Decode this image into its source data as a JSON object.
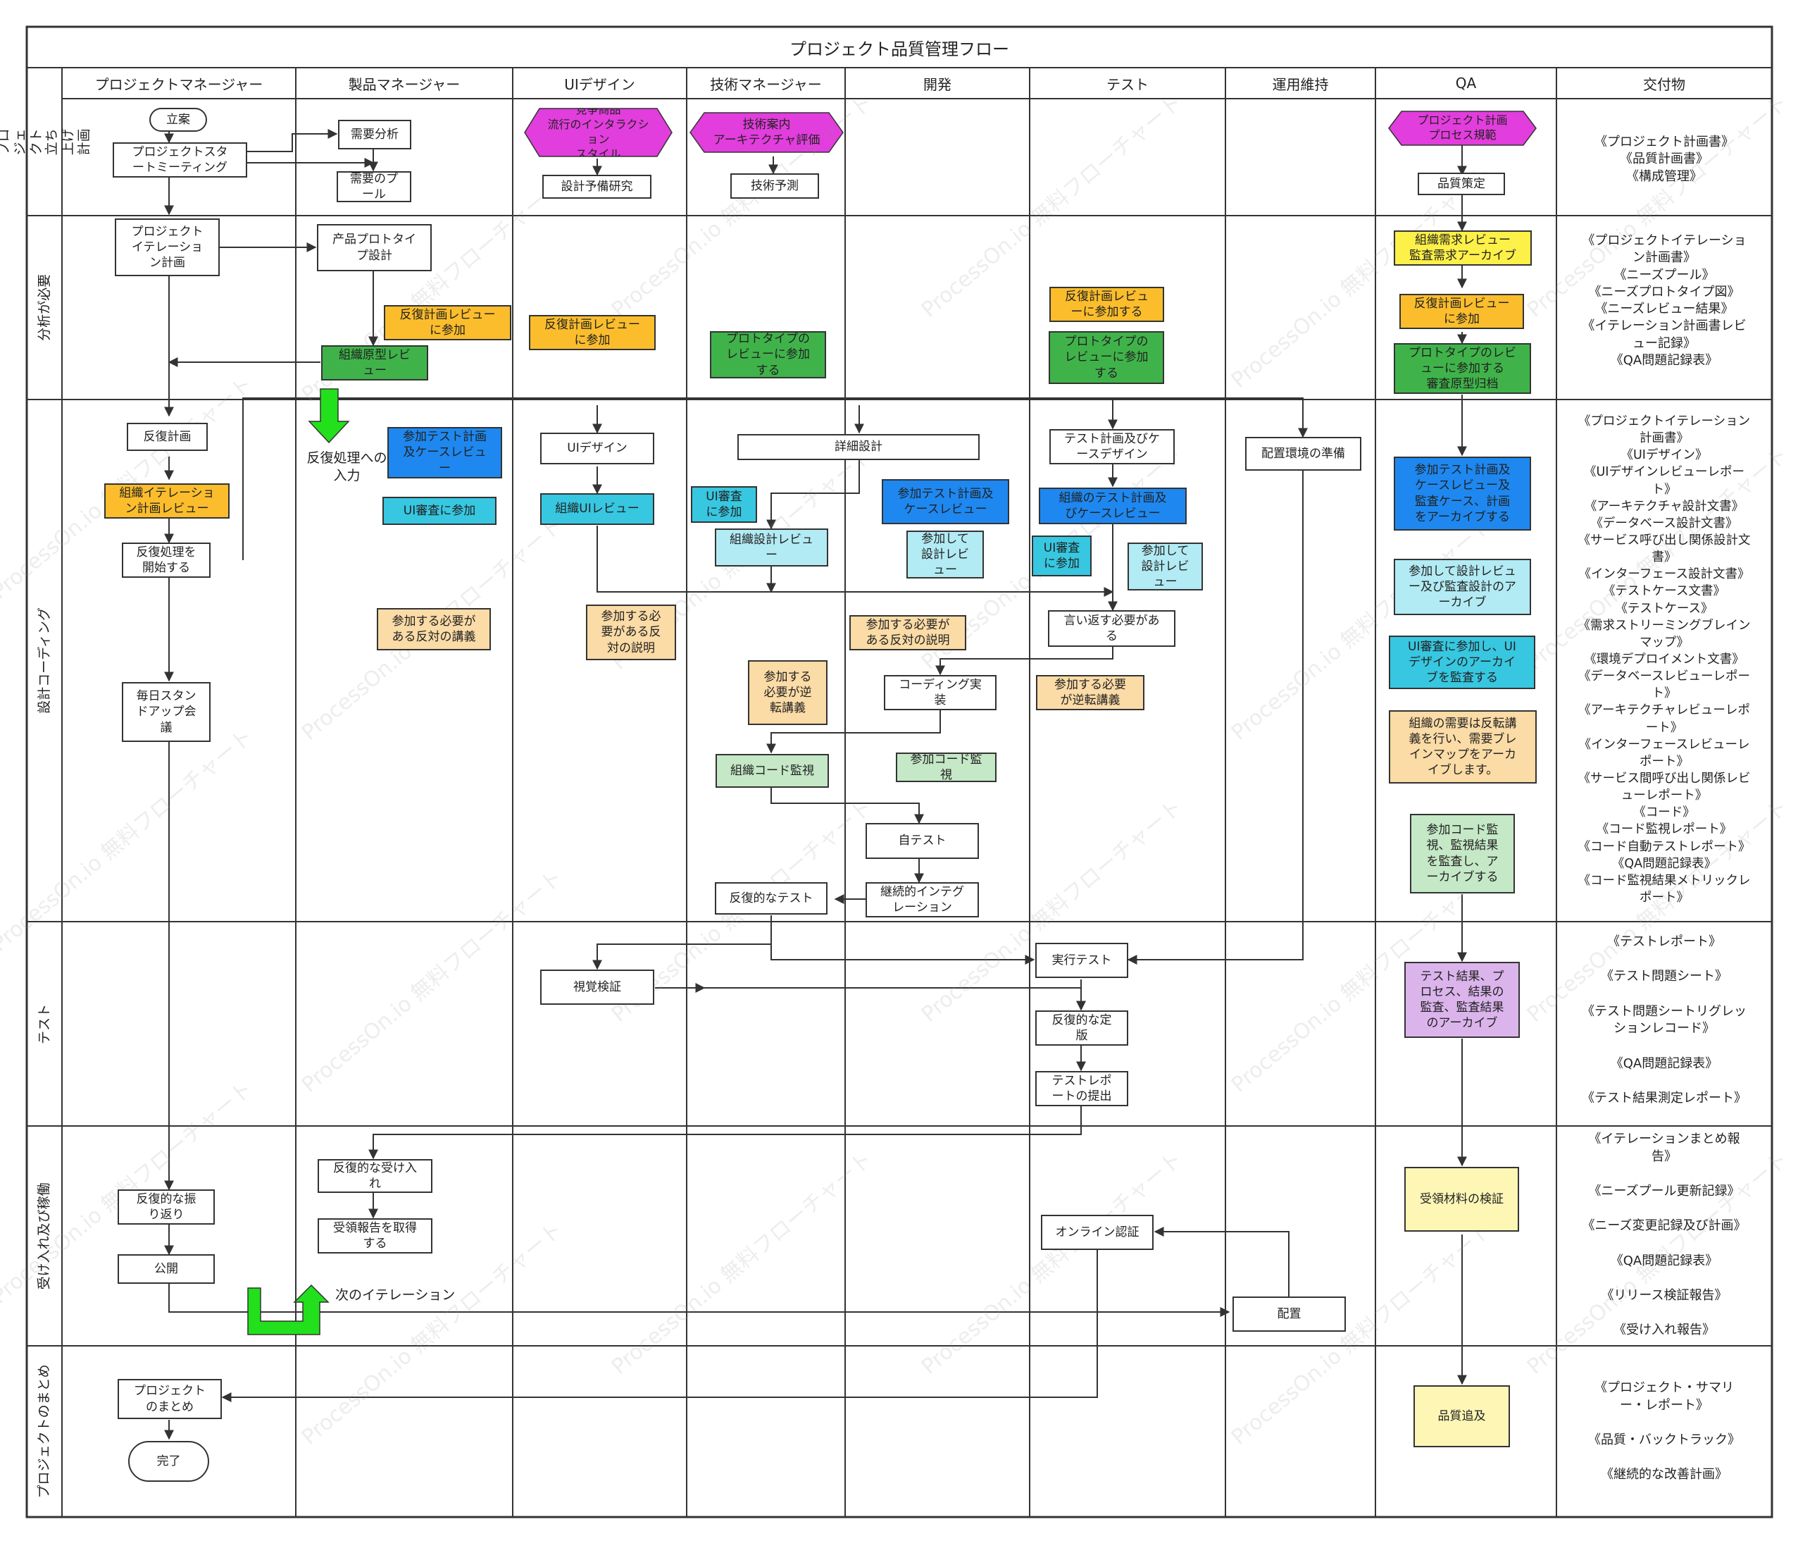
{
  "title": "プロジェクト品質管理フロー",
  "columns": [
    "プロジェクトマネージャー",
    "製品マネージャー",
    "UIデザイン",
    "技術マネージャー",
    "開発",
    "テスト",
    "運用維持",
    "QA",
    "交付物"
  ],
  "rows": [
    "プロジェクト立ち上げ\n計画",
    "分析が必要",
    "設計コーディング",
    "テスト",
    "受け入れ及び稼働",
    "プロジェクトのまとめ"
  ],
  "nodes": {
    "n_start": "立案",
    "n_kickoff": "プロジェクトスタ\nートミーティング",
    "n_req_analysis": "需要分析",
    "n_req_pool": "需要のプ\nール",
    "n_competitor": "竞争商品\n流行のインタラクション\nスタイル",
    "n_design_research": "設計予備研究",
    "n_tech_review": "技術案内\nアーキテクチャ評価",
    "n_tech_forecast": "技術予測",
    "n_qa_plan": "プロジェクト計画\nプロセス規範",
    "n_quality_policy": "品質策定",
    "n_iter_plan": "プロジェクト\nイテレーショ\nン計画",
    "n_proto_design": "产品プロトタイ\nプ設計",
    "n_pm_iter_review": "反復計画レビュー\nに参加",
    "n_org_proto_review": "組織原型レビ\nュー",
    "n_ui_iter_review": "反復計画レビュー\nに参加",
    "n_tm_proto_review": "プロトタイプの\nレビューに参加\nする",
    "n_test_iter_review": "反復計画レビュ\nーに参加する",
    "n_test_proto_review": "プロトタイプの\nレビューに参加\nする",
    "n_qa_req_review": "組織需求レビュー\n監査需求アーカイブ",
    "n_qa_iter_review": "反復計画レビュー\nに参加",
    "n_qa_proto_review": "プロトタイプのレビ\nューに参加する\n審査原型归档",
    "n_iter_plan2": "反復計画",
    "n_org_iter_review": "組織イテレーショ\nン計画レビュー",
    "n_start_iter": "反復処理を\n開始する",
    "n_daily_standup": "毎日スタン\nドアップ会\n議",
    "n_pm_test_review": "参加テスト計画\n及ケースレビュ\nー",
    "n_pm_ui_review": "UI審査に参加",
    "n_pm_counter": "参加する必要が\nある反対の講義",
    "n_ui_design": "UIデザイン",
    "n_org_ui_review": "組織UIレビュー",
    "n_ui_counter": "参加する必\n要がある反\n対の説明",
    "n_detail_design": "詳細設計",
    "n_tm_ui_review": "UI審査\nに参加",
    "n_org_design_review": "組織設計レビュ\nー",
    "n_tm_counter": "参加する\n必要が逆\n転講義",
    "n_org_code_review": "組織コード監視",
    "n_iter_test": "反復的なテスト",
    "n_dev_test_review": "参加テスト計画及\nケースレビュー",
    "n_dev_design_review": "参加して\n設計レビ\nュー",
    "n_dev_counter": "参加する必要が\nある反対の説明",
    "n_coding": "コーディング実\n装",
    "n_dev_code_review": "参加コード監\n視",
    "n_self_test": "自テスト",
    "n_ci": "継続的インテグ\nレーション",
    "n_test_design": "テスト計画及びケ\nースデザイン",
    "n_org_test_review": "組織のテスト計画及\nびケースレビュー",
    "n_test_ui_review": "UI審査\nに参加",
    "n_test_design_review": "参加して\n設計レビ\nュー",
    "n_test_repeat": "言い返す必要があ\nる",
    "n_test_counter": "参加する必要\nが逆転講義",
    "n_deploy_prep": "配置環境の準備",
    "n_qa_test_archive": "参加テスト計画及\nケースレビュー及\n監査ケース、計画\nをアーカイブする",
    "n_qa_design_archive": "参加して設計レビュ\nー及び監査設計のア\nーカイブ",
    "n_qa_ui_archive": "UI審査に参加し、UI\nデザインのアーカイ\nブを監査する",
    "n_qa_req_archive": "組織の需要は反転講\n義を行い、需要ブレ\nインマップをアーカ\nイブします。",
    "n_qa_code_archive": "参加コード監\n視、監視結果\nを監査し、ア\nーカイブする",
    "n_visual_check": "視覚検証",
    "n_exec_test": "実行テスト",
    "n_iter_final": "反復的な定\n版",
    "n_test_report": "テストレポ\nートの提出",
    "n_qa_test_result": "テスト結果、プ\nロセス、結果の\n監査、監査結果\nのアーカイブ",
    "n_iter_retro": "反復的な振\nり返り",
    "n_release": "公開",
    "n_iter_accept": "反復的な受け入\nれ",
    "n_accept_report": "受領報告を取得\nする",
    "n_online_auth": "オンライン認証",
    "n_deploy": "配置",
    "n_qa_accept": "受領材料の検証",
    "n_summary": "プロジェクト\nのまとめ",
    "n_done": "完了",
    "n_qa_trace": "品質追及"
  },
  "freetext": {
    "iter_input": "反復処理への\n入力",
    "next_iter": "次のイテレーション"
  },
  "deliverables": [
    "《プロジェクト計画書》\n《品質計画書》\n《構成管理》",
    "《プロジェクトイテレーショ\nン計画書》\n《ニーズプール》\n《ニーズプロトタイプ図》\n《ニーズレビュー結果》\n《イテレーション計画書レビ\nュー記録》\n《QA問題記録表》",
    "《プロジェクトイテレーション\n計画書》\n《UIデザイン》\n《UIデザインレビューレポー\nト》\n《アーキテクチャ設計文書》\n《データベース設計文書》\n《サービス呼び出し関係設計文\n書》\n《インターフェース設計文書》\n《テストケース文書》\n《テストケース》\n《需求ストリーミングブレイン\nマップ》\n《環境デプロイメント文書》\n《データベースレビューレポー\nト》\n《アーキテクチャレビューレポ\nート》\n《インターフェースレビューレ\nポート》\n《サービス間呼び出し関係レビ\nューレポート》\n《コード》\n《コード監視レポート》\n《コード自動テストレポート》\n《QA問題記録表》\n《コード監視結果メトリックレ\nポート》",
    "《テストレポート》\n\n《テスト問題シート》\n\n《テスト問題シートリグレッ\nションレコード》\n\n《QA問題記録表》\n\n《テスト結果測定レポート》",
    "《イテレーションまとめ報\n告》\n\n《ニーズプール更新記録》\n\n《ニーズ変更記録及び計画》\n\n《QA問題記録表》\n\n《リリース検証報告》\n\n《受け入れ報告》",
    "《プロジェクト・サマリ\nー・レポート》\n\n《品質・バックトラック》\n\n《継続的な改善計画》"
  ],
  "watermark": "ProcessOn.io 無料フローチャート",
  "colors": {
    "orange": "#fbbd2c",
    "green": "#3fb34a",
    "blue": "#1e88f0",
    "cyan": "#37c7e0",
    "light_cyan": "#b2ebf4",
    "peach": "#fbdba6",
    "mint": "#c5e8c6",
    "yellow": "#fdf048",
    "light_yellow": "#fdf6b5",
    "lilac": "#dbb4ec",
    "magenta": "#e23ddd",
    "arrow_green": "#22e01c"
  }
}
